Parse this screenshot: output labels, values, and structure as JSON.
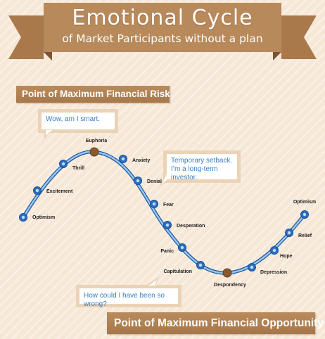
{
  "header": {
    "title": "Emotional Cycle",
    "subtitle": "of Market Participants without a plan"
  },
  "labels": {
    "risk": "Point of Maximum Financial Risk",
    "opportunity": "Point of Maximum Financial Opportunity"
  },
  "bubbles": {
    "smart": "Wow, am I smart.",
    "setback_line1": "Temporary setback.",
    "setback_line2": "I’m a long-term investor.",
    "wrong": "How could I have been so wrong?"
  },
  "cycle": {
    "stages": [
      "Optimism",
      "Excitement",
      "Thrill",
      "Euphoria",
      "Anxiety",
      "Denial",
      "Fear",
      "Desperation",
      "Panic",
      "Capitulation",
      "Despondency",
      "Depression",
      "Hope",
      "Relief",
      "Optimism"
    ],
    "peak_stage": "Euphoria",
    "trough_stage": "Despondency"
  },
  "colors": {
    "background": "#f6e7d6",
    "banner": "#b8895a",
    "curve": "#4a8fd8",
    "node": "#2c6fc0",
    "extreme_node": "#8a5a2e",
    "bubble_text": "#3a7fc1"
  }
}
